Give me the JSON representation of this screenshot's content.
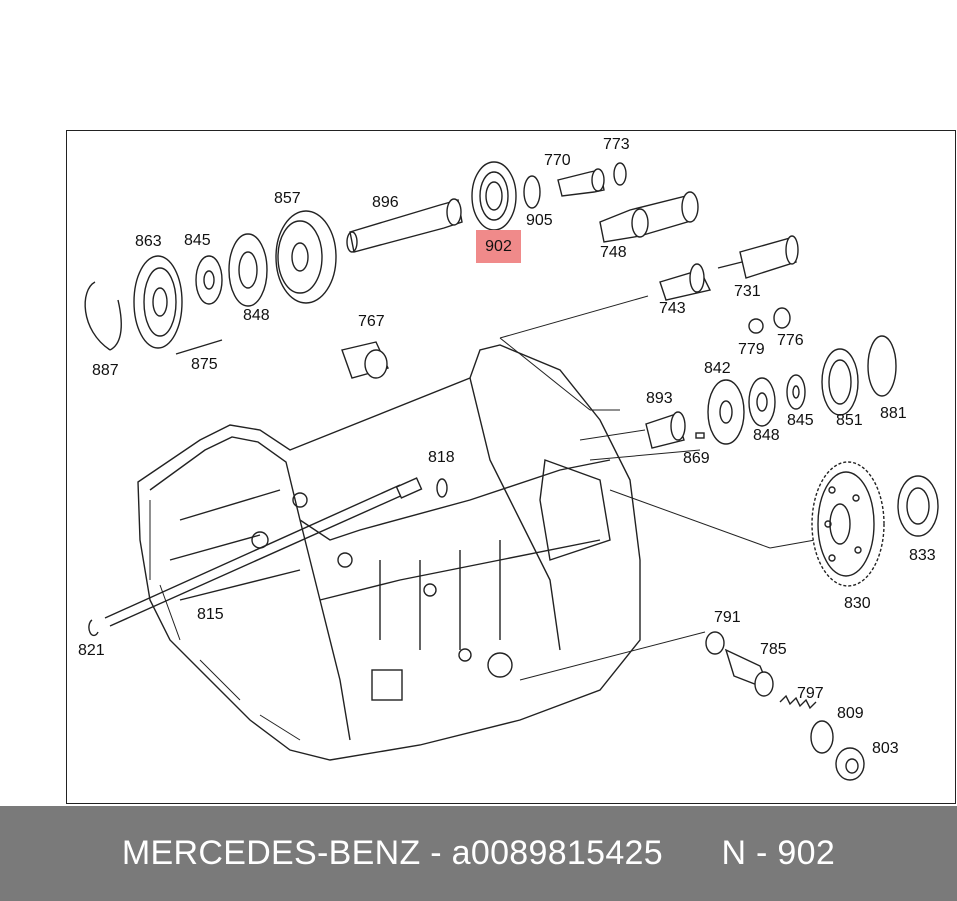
{
  "diagram": {
    "highlight_color": "#f08a8a",
    "part_labels": {
      "p773": "773",
      "p770": "770",
      "p857": "857",
      "p896": "896",
      "p905": "905",
      "p902": "902",
      "p863": "863",
      "p845a": "845",
      "p748": "748",
      "p731": "731",
      "p848a": "848",
      "p743": "743",
      "p767": "767",
      "p887": "887",
      "p875": "875",
      "p779": "779",
      "p776": "776",
      "p842": "842",
      "p893": "893",
      "p881": "881",
      "p845b": "845",
      "p851": "851",
      "p848b": "848",
      "p818": "818",
      "p869": "869",
      "p833": "833",
      "p830": "830",
      "p815": "815",
      "p821": "821",
      "p791": "791",
      "p785": "785",
      "p797": "797",
      "p809": "809",
      "p803": "803"
    }
  },
  "footer": {
    "brand": "MERCEDES-BENZ",
    "separator1": " - ",
    "part_number": "a0089815425",
    "gap": "      ",
    "n_label": "N - 902"
  }
}
